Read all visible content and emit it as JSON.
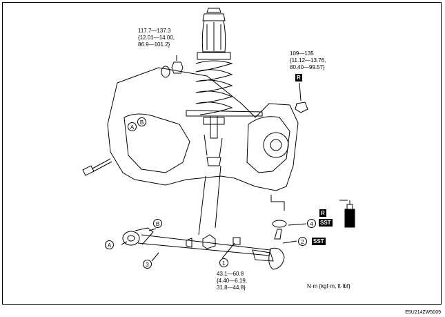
{
  "torque_top_left": {
    "line1": "117.7—137.3",
    "line2": "{12.01—14.00,",
    "line3": "86.9—101.2}"
  },
  "torque_top_right": {
    "line1": "109—135",
    "line2": "{11.12—13.76,",
    "line3": "80.40—99.57}"
  },
  "torque_bottom": {
    "line1": "43.1—60.8",
    "line2": "{4.40—6.19,",
    "line3": "31.8—44.8}"
  },
  "callouts": {
    "c1": "1",
    "c2": "2",
    "c3": "3",
    "c4": "4",
    "ca_upper": "A",
    "cb_upper": "B",
    "ca_lower": "A",
    "cb_lower": "B"
  },
  "badges": {
    "r_upper": "R",
    "r_lower": "R",
    "sst_upper": "SST",
    "sst_lower": "SST"
  },
  "units": "N·m {kgf·m, ft·lbf}",
  "figure_code": "E5U214ZW5009",
  "icons": [
    "grease-can-icon",
    "coil-spring-icon",
    "bolt-icon",
    "nut-icon",
    "washer-icon"
  ]
}
